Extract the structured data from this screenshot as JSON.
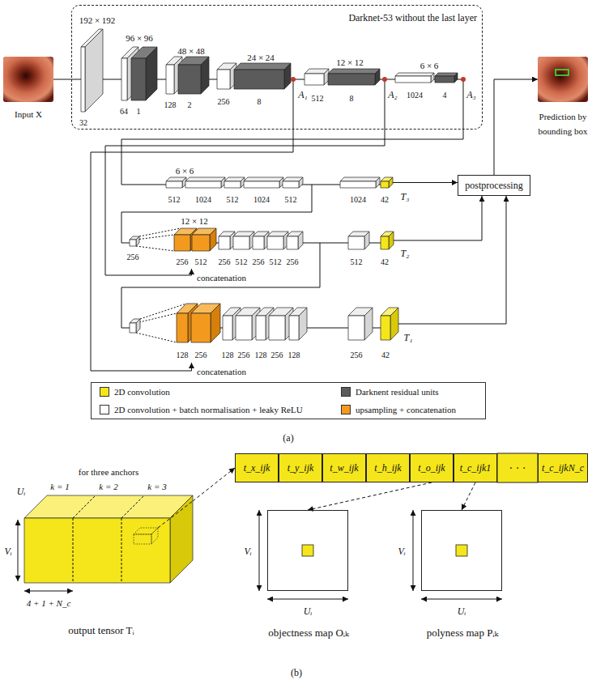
{
  "diagram": {
    "nodes": [
      {
        "text": [
          "Input X"
        ]
      },
      {
        "text": [
          "Darknet-53 without the last layer"
        ]
      },
      {
        "text": [
          "Prediction by bounding box"
        ]
      },
      {
        "text": [
          "42",
          "T₃"
        ]
      },
      {
        "text": [
          "postprocessing"
        ]
      },
      {
        "text": [
          "42",
          "T₂"
        ]
      },
      {
        "text": [
          "42",
          "T₁"
        ]
      },
      {
        "text": [
          "output tensor Tᵢ"
        ]
      },
      {
        "text": [
          "t_x_ijk"
        ]
      },
      {
        "text": [
          "t_y_ijk"
        ]
      },
      {
        "text": [
          "t_w_ijk"
        ]
      },
      {
        "text": [
          "t_h_ijk"
        ]
      },
      {
        "text": [
          "t_o_ijk"
        ]
      },
      {
        "text": [
          "t_c_ijk1"
        ]
      },
      {
        "text": [
          "t_c_ijkN_c"
        ]
      },
      {
        "text": [
          "objectness map Oᵢₖ"
        ]
      },
      {
        "text": [
          "polyness map Pᵢₖ"
        ]
      }
    ],
    "edges": [
      {
        "from": 3,
        "to": 4,
        "arrow": "to"
      },
      {
        "from": 5,
        "to": 4,
        "arrow": "to"
      },
      {
        "from": 6,
        "to": 4,
        "arrow": "to"
      },
      {
        "from": 4,
        "to": 2,
        "arrow": "to"
      },
      {
        "from": 7,
        "to": 8,
        "arrow": "to"
      },
      {
        "from": 12,
        "to": 15,
        "arrow": "to"
      },
      {
        "from": 13,
        "to": 16,
        "arrow": "to"
      }
    ],
    "labels": [
      "192 × 192",
      "32",
      "96 × 96",
      "64",
      "1",
      "48 × 48",
      "128",
      "2",
      "24 × 24",
      "256",
      "8",
      "A₁",
      "12 × 12",
      "512",
      "8",
      "A₂",
      "6 × 6",
      "1024",
      "4",
      "A₃",
      "6 × 6",
      "512",
      "1024",
      "512",
      "1024",
      "512",
      "1024",
      "256",
      "12 × 12",
      "256",
      "512",
      "256",
      "512",
      "256",
      "512",
      "256",
      "512",
      "concatenation",
      "128",
      "256",
      "128",
      "256",
      "128",
      "256",
      "128",
      "256",
      "concatenation",
      "(a)",
      "for three anchors",
      "k = 1",
      "k = 2",
      "k = 3",
      "Uᵢ",
      "Vᵢ",
      "4 + 1 + N_c",
      "· · ·",
      "Vᵢ",
      "Uᵢ",
      "Vᵢ",
      "Uᵢ",
      "(b)"
    ],
    "legend": [
      {
        "text": "2D convolution",
        "color": "#f5e61b"
      },
      {
        "text": "Darknent residual units",
        "color": "#5b5b5b"
      },
      {
        "text": "2D convolution + batch normalisation + leaky ReLU",
        "color": "#ffffff"
      },
      {
        "text": "upsampling + concatenation",
        "color": "#f39a1e"
      }
    ]
  }
}
